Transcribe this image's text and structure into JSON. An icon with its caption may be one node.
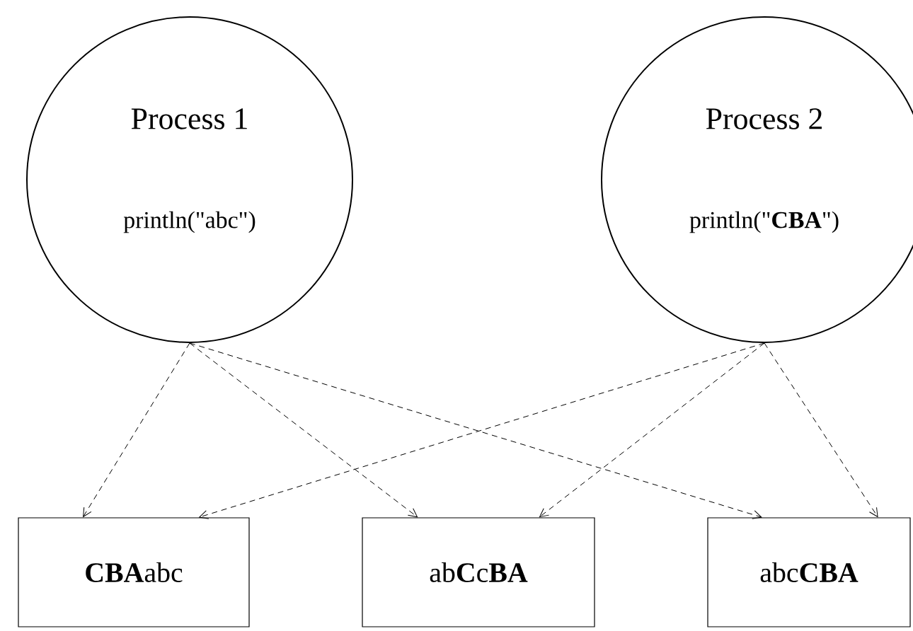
{
  "diagram": {
    "nodes": [
      {
        "text": [
          "Process 1",
          "println(\"abc\")"
        ]
      },
      {
        "text": [
          "Process 2",
          "println(\"**CBA**\")"
        ]
      },
      {
        "text": [
          "**CBA**abc"
        ]
      },
      {
        "text": [
          "ab**C**c**BA**"
        ]
      },
      {
        "text": [
          "abc**CBA**"
        ]
      }
    ],
    "edges": [
      {
        "from": 0,
        "to": 2,
        "arrow": "to",
        "style": "dashed"
      },
      {
        "from": 0,
        "to": 3,
        "arrow": "to",
        "style": "dashed"
      },
      {
        "from": 0,
        "to": 4,
        "arrow": "to",
        "style": "dashed"
      },
      {
        "from": 1,
        "to": 2,
        "arrow": "to",
        "style": "dashed"
      },
      {
        "from": 1,
        "to": 3,
        "arrow": "to",
        "style": "dashed"
      },
      {
        "from": 1,
        "to": 4,
        "arrow": "to",
        "style": "dashed"
      }
    ]
  }
}
